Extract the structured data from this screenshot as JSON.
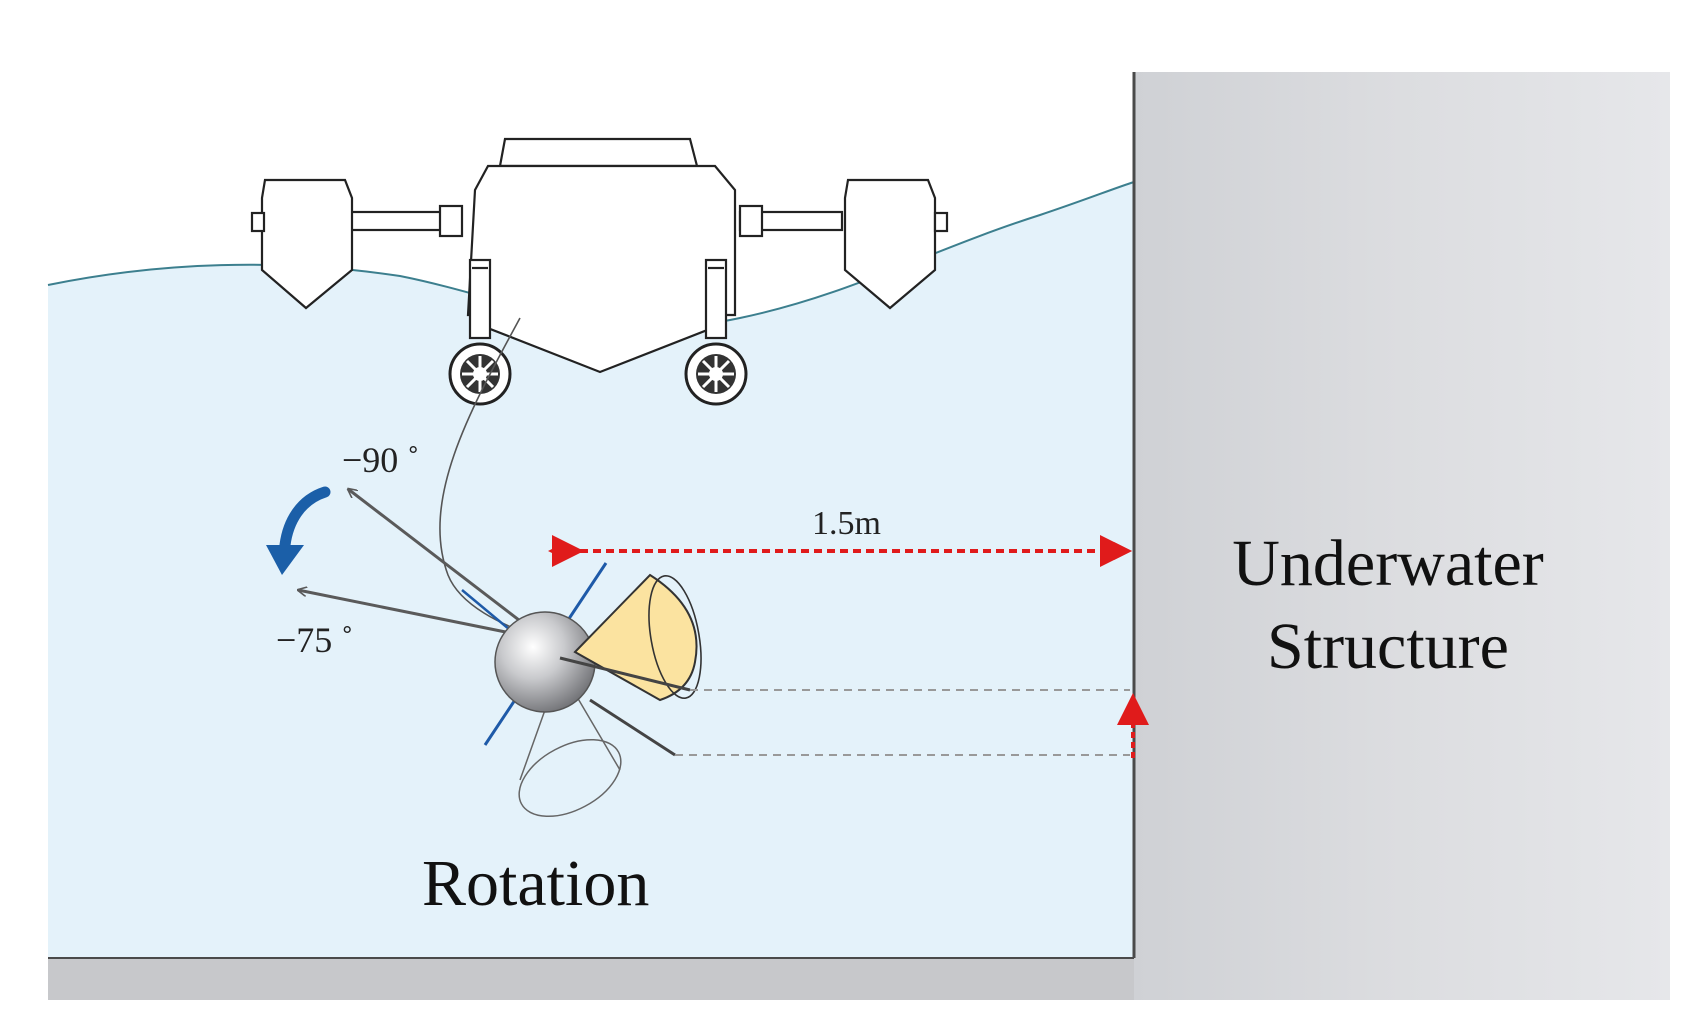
{
  "diagram": {
    "angles": {
      "upper": {
        "label": "−90 ˚",
        "degrees": -90
      },
      "lower": {
        "label": "−75 ˚",
        "degrees": -75
      }
    },
    "distance_label": "1.5m",
    "rotation_label": "Rotation",
    "structure_label": {
      "line1": "Underwater",
      "line2": "Structure"
    },
    "colors": {
      "water": "#e4f2fa",
      "wall": "#d6d8dc",
      "floor": "#c7c8cb",
      "distance_arrow": "#e01b1b",
      "rotation_arrow": "#1b5fa8",
      "sonar_beam": "#fbe3a0",
      "sonar_head": "#b9babd",
      "axis_line": "#1e5aa8"
    },
    "icons": {
      "vehicle": "surface-vehicle-icon",
      "thruster": "thruster-icon",
      "sonar": "sonar-sphere-icon"
    }
  }
}
